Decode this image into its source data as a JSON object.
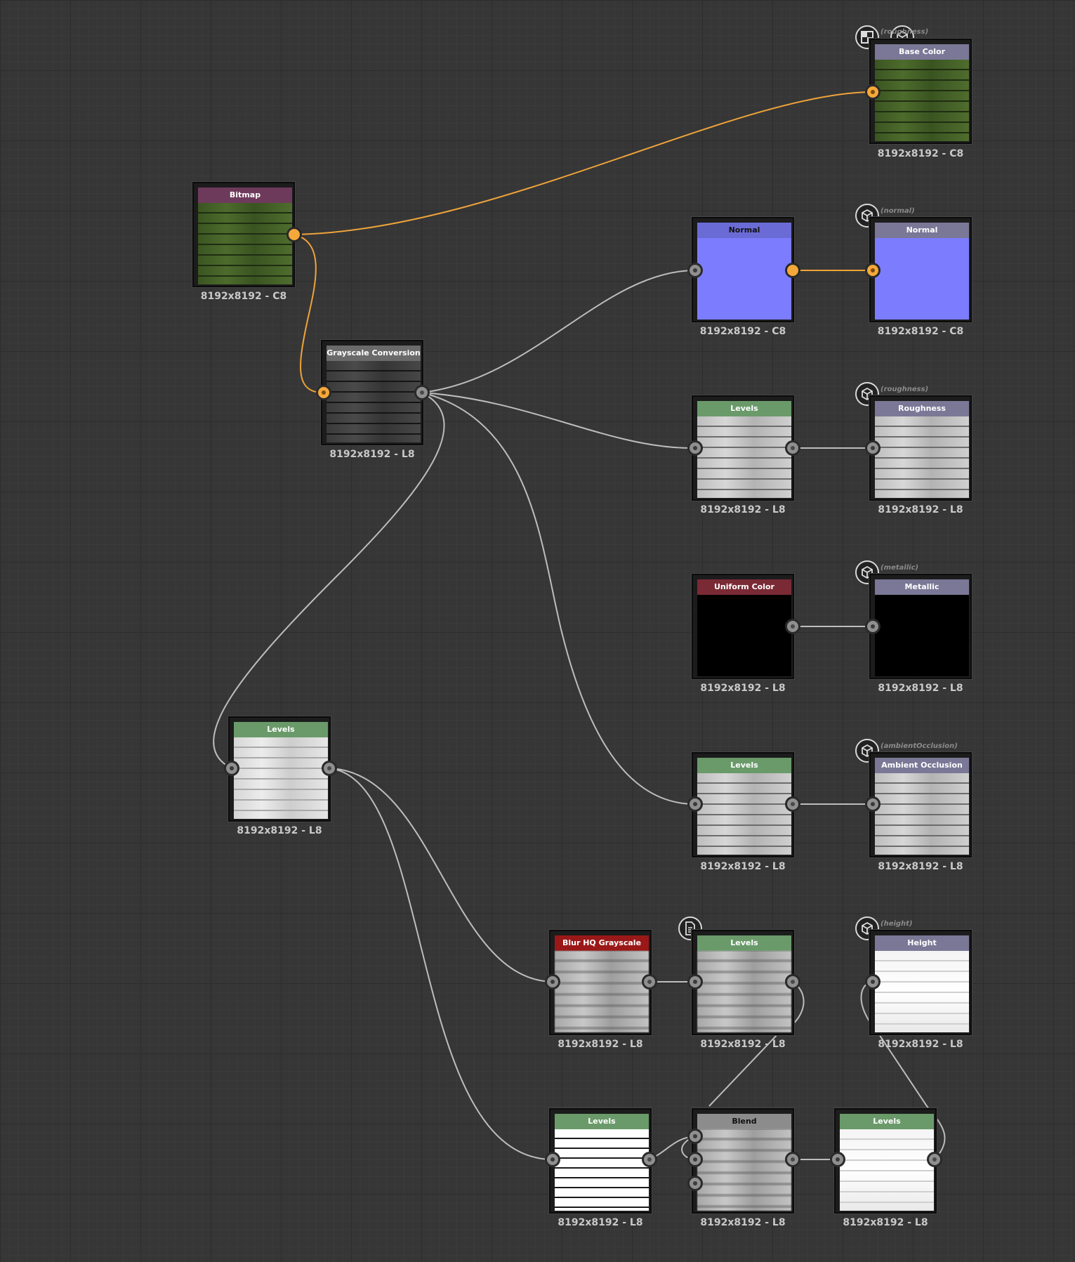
{
  "graph": {
    "colors": {
      "output_header": "#7a7896",
      "levels_header": "#6a9a6a",
      "bitmap_header": "#6e3a5c",
      "normal_header": "#6b6bd6",
      "grayscale_header": "#6a6a6a",
      "uniform_header": "#7a2a35",
      "blur_header": "#9a1818",
      "blend_header": "#8c8c8c",
      "link_color_orange": "#f5a83a",
      "link_gray": "#bdbdbd"
    },
    "nodes": {
      "base_color_out": {
        "title": "Base Color",
        "resolution": "8192x8192 - C8",
        "tag": "(roughness)"
      },
      "bitmap": {
        "title": "Bitmap",
        "resolution": "8192x8192 - C8"
      },
      "normal": {
        "title": "Normal",
        "resolution": "8192x8192 - C8"
      },
      "normal_out": {
        "title": "Normal",
        "resolution": "8192x8192 - C8",
        "tag": "(normal)"
      },
      "grayscale": {
        "title": "Grayscale Conversion",
        "resolution": "8192x8192 - L8"
      },
      "levels_rough": {
        "title": "Levels",
        "resolution": "8192x8192 - L8"
      },
      "roughness_out": {
        "title": "Roughness",
        "resolution": "8192x8192 - L8",
        "tag": "(roughness)"
      },
      "uniform": {
        "title": "Uniform Color",
        "resolution": "8192x8192 - L8"
      },
      "metallic_out": {
        "title": "Metallic",
        "resolution": "8192x8192 - L8",
        "tag": "(metallic)"
      },
      "levels_left": {
        "title": "Levels",
        "resolution": "8192x8192 - L8"
      },
      "levels_ao": {
        "title": "Levels",
        "resolution": "8192x8192 - L8"
      },
      "ao_out": {
        "title": "Ambient Occlusion",
        "resolution": "8192x8192 - L8",
        "tag": "(ambientOcclusion)"
      },
      "blur": {
        "title": "Blur HQ Grayscale",
        "resolution": "8192x8192 - L8"
      },
      "levels_blur": {
        "title": "Levels",
        "resolution": "8192x8192 - L8"
      },
      "height_out": {
        "title": "Height",
        "resolution": "8192x8192 - L8",
        "tag": "(height)"
      },
      "levels_white": {
        "title": "Levels",
        "resolution": "8192x8192 - L8"
      },
      "blend": {
        "title": "Blend",
        "resolution": "8192x8192 - L8"
      },
      "levels_final": {
        "title": "Levels",
        "resolution": "8192x8192 - L8"
      }
    },
    "icons": {
      "output_badge": "cube-icon",
      "base_color_extra": "checker-icon",
      "comment_badge": "document-icon"
    }
  }
}
